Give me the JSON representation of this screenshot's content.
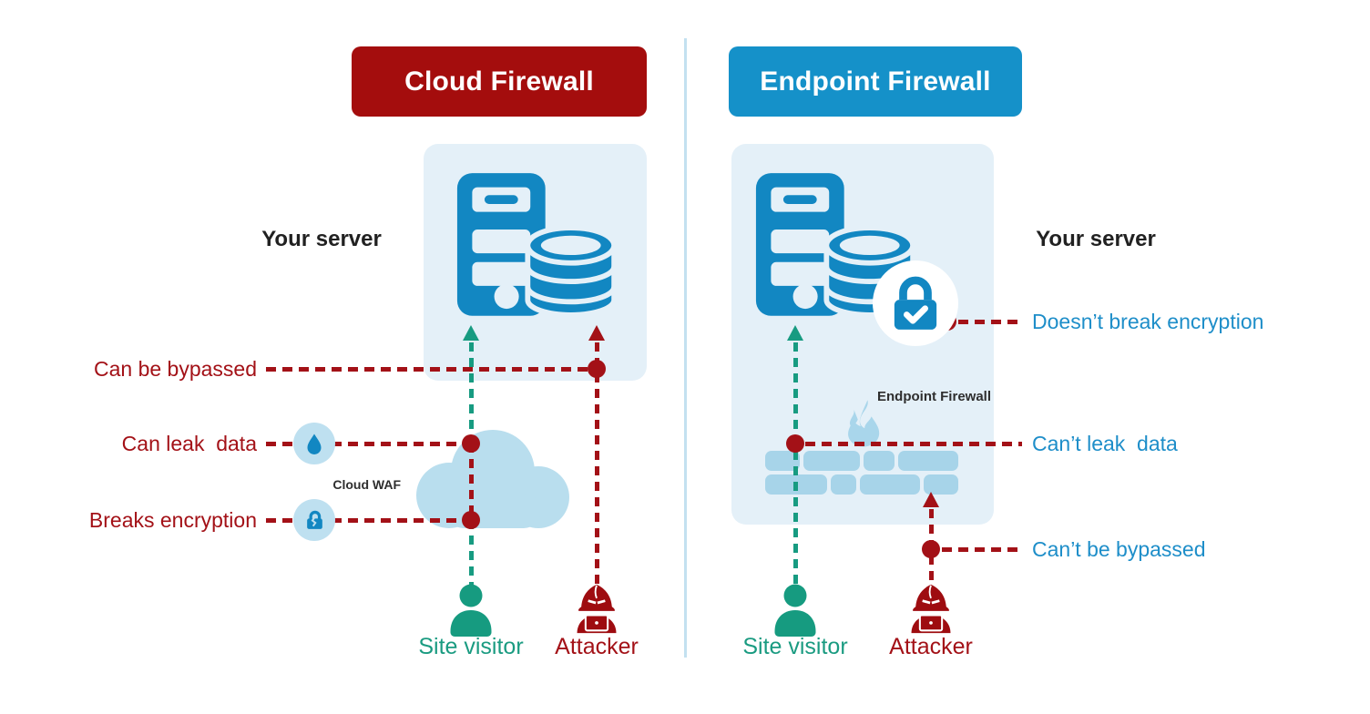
{
  "left": {
    "header_label": "Cloud Firewall",
    "server_label": "Your server",
    "bypass_label": "Can be bypassed",
    "leak_label": "Can leak  data",
    "encryption_label": "Breaks encryption",
    "waf_label": "Cloud WAF",
    "visitor_label": "Site visitor",
    "attacker_label": "Attacker"
  },
  "right": {
    "header_label": "Endpoint Firewall",
    "server_label": "Your server",
    "encryption_label": "Doesn’t break encryption",
    "leak_label": "Can’t leak  data",
    "bypass_label": "Can’t be bypassed",
    "firewall_label": "Endpoint Firewall",
    "visitor_label": "Site visitor",
    "attacker_label": "Attacker"
  },
  "colors": {
    "cloud_firewall_red": "#A40D0D",
    "endpoint_firewall_blue": "#1591C9",
    "annotation_red": "#A31117",
    "annotation_blue": "#1E8EC9",
    "visitor_teal": "#179B81",
    "icon_blue": "#1287C2",
    "panel_bg": "#E4F0F8",
    "light_blue_accent": "#B9DEEE",
    "badge_bg": "#BEE0F0",
    "divider_blue": "#C3E1F0"
  }
}
